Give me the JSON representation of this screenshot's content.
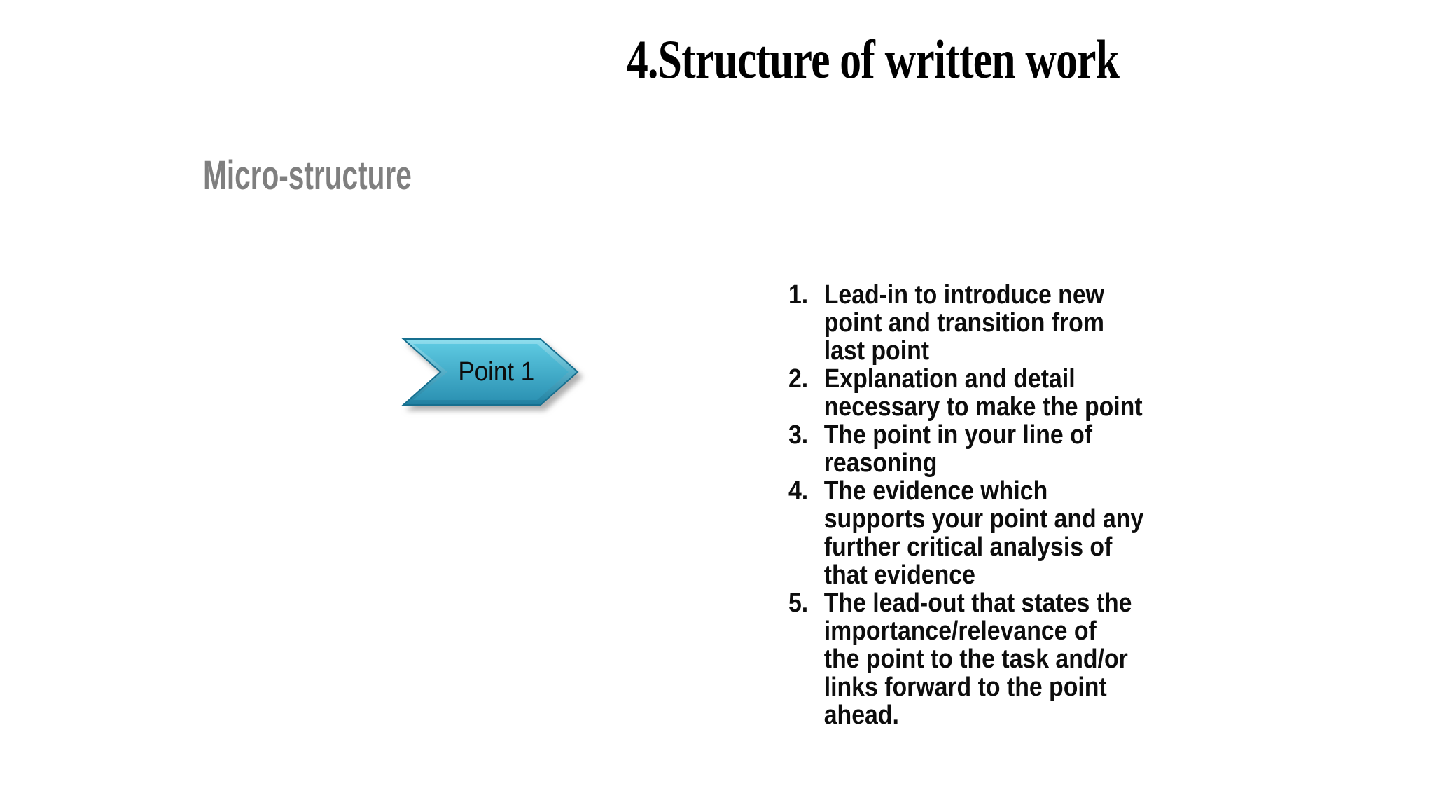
{
  "slide": {
    "title": "4.Structure of written work",
    "subtitle": "Micro-structure",
    "arrow": {
      "label": "Point 1",
      "fill_top": "#8FDFEF",
      "fill_bottom": "#1F7FA0",
      "body_top": "#5CC8E0",
      "body_bottom": "#2D93B4",
      "border": "#166F8F"
    },
    "list": {
      "items": [
        {
          "number": "1.",
          "text": "Lead-in to introduce new\npoint and transition from\nlast point"
        },
        {
          "number": "2.",
          "text": "Explanation and detail\nnecessary to make the point"
        },
        {
          "number": "3.",
          "text": "The point in your line of\nreasoning"
        },
        {
          "number": "4.",
          "text": "The evidence which\nsupports your point and any\nfurther critical analysis of\nthat evidence"
        },
        {
          "number": "5.",
          "text": "The lead-out that states the\nimportance/relevance of\nthe point to the task and/or\nlinks forward to the point\nahead."
        }
      ]
    },
    "colors": {
      "background": "#FFFFFF",
      "title_text": "#000000",
      "subtitle_text": "#7F7F7F",
      "body_text": "#0D0D0D"
    }
  }
}
